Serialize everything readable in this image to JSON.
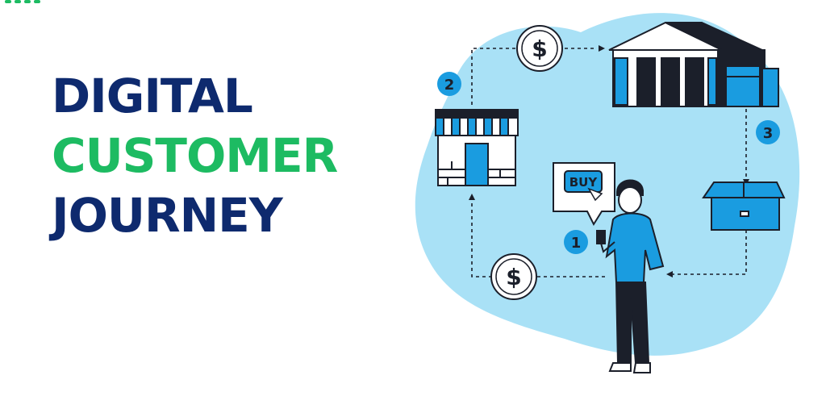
{
  "title": {
    "line1": "DIGITAL",
    "line2": "CUSTOMER",
    "line3": "JOURNEY"
  },
  "steps": [
    "1",
    "2",
    "3"
  ],
  "buy_bubble": "BUY",
  "currency_symbol": "$",
  "colors": {
    "navy": "#0e2a6e",
    "green": "#1dbb62",
    "blob": "#a9e1f6",
    "accent_blue": "#1a9ce0",
    "outline": "#1b1f2a"
  },
  "icons": [
    "store-icon",
    "warehouse-icon",
    "box-icon",
    "dollar-coin-icon",
    "person-icon",
    "buy-bubble-icon"
  ]
}
